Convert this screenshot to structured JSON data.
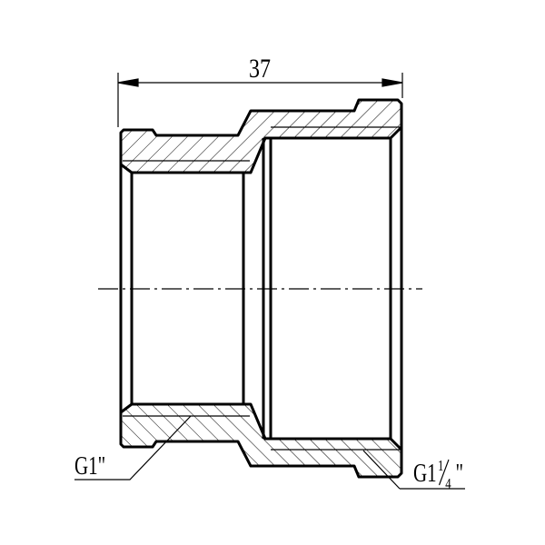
{
  "drawing": {
    "dimension_overall_length": "37",
    "thread_left": "G1\"",
    "thread_right_prefix": "G1",
    "thread_right_fraction_num": "1",
    "thread_right_fraction_den": "4",
    "thread_right_suffix": "\"",
    "line_color": "#000000",
    "background": "#ffffff"
  }
}
